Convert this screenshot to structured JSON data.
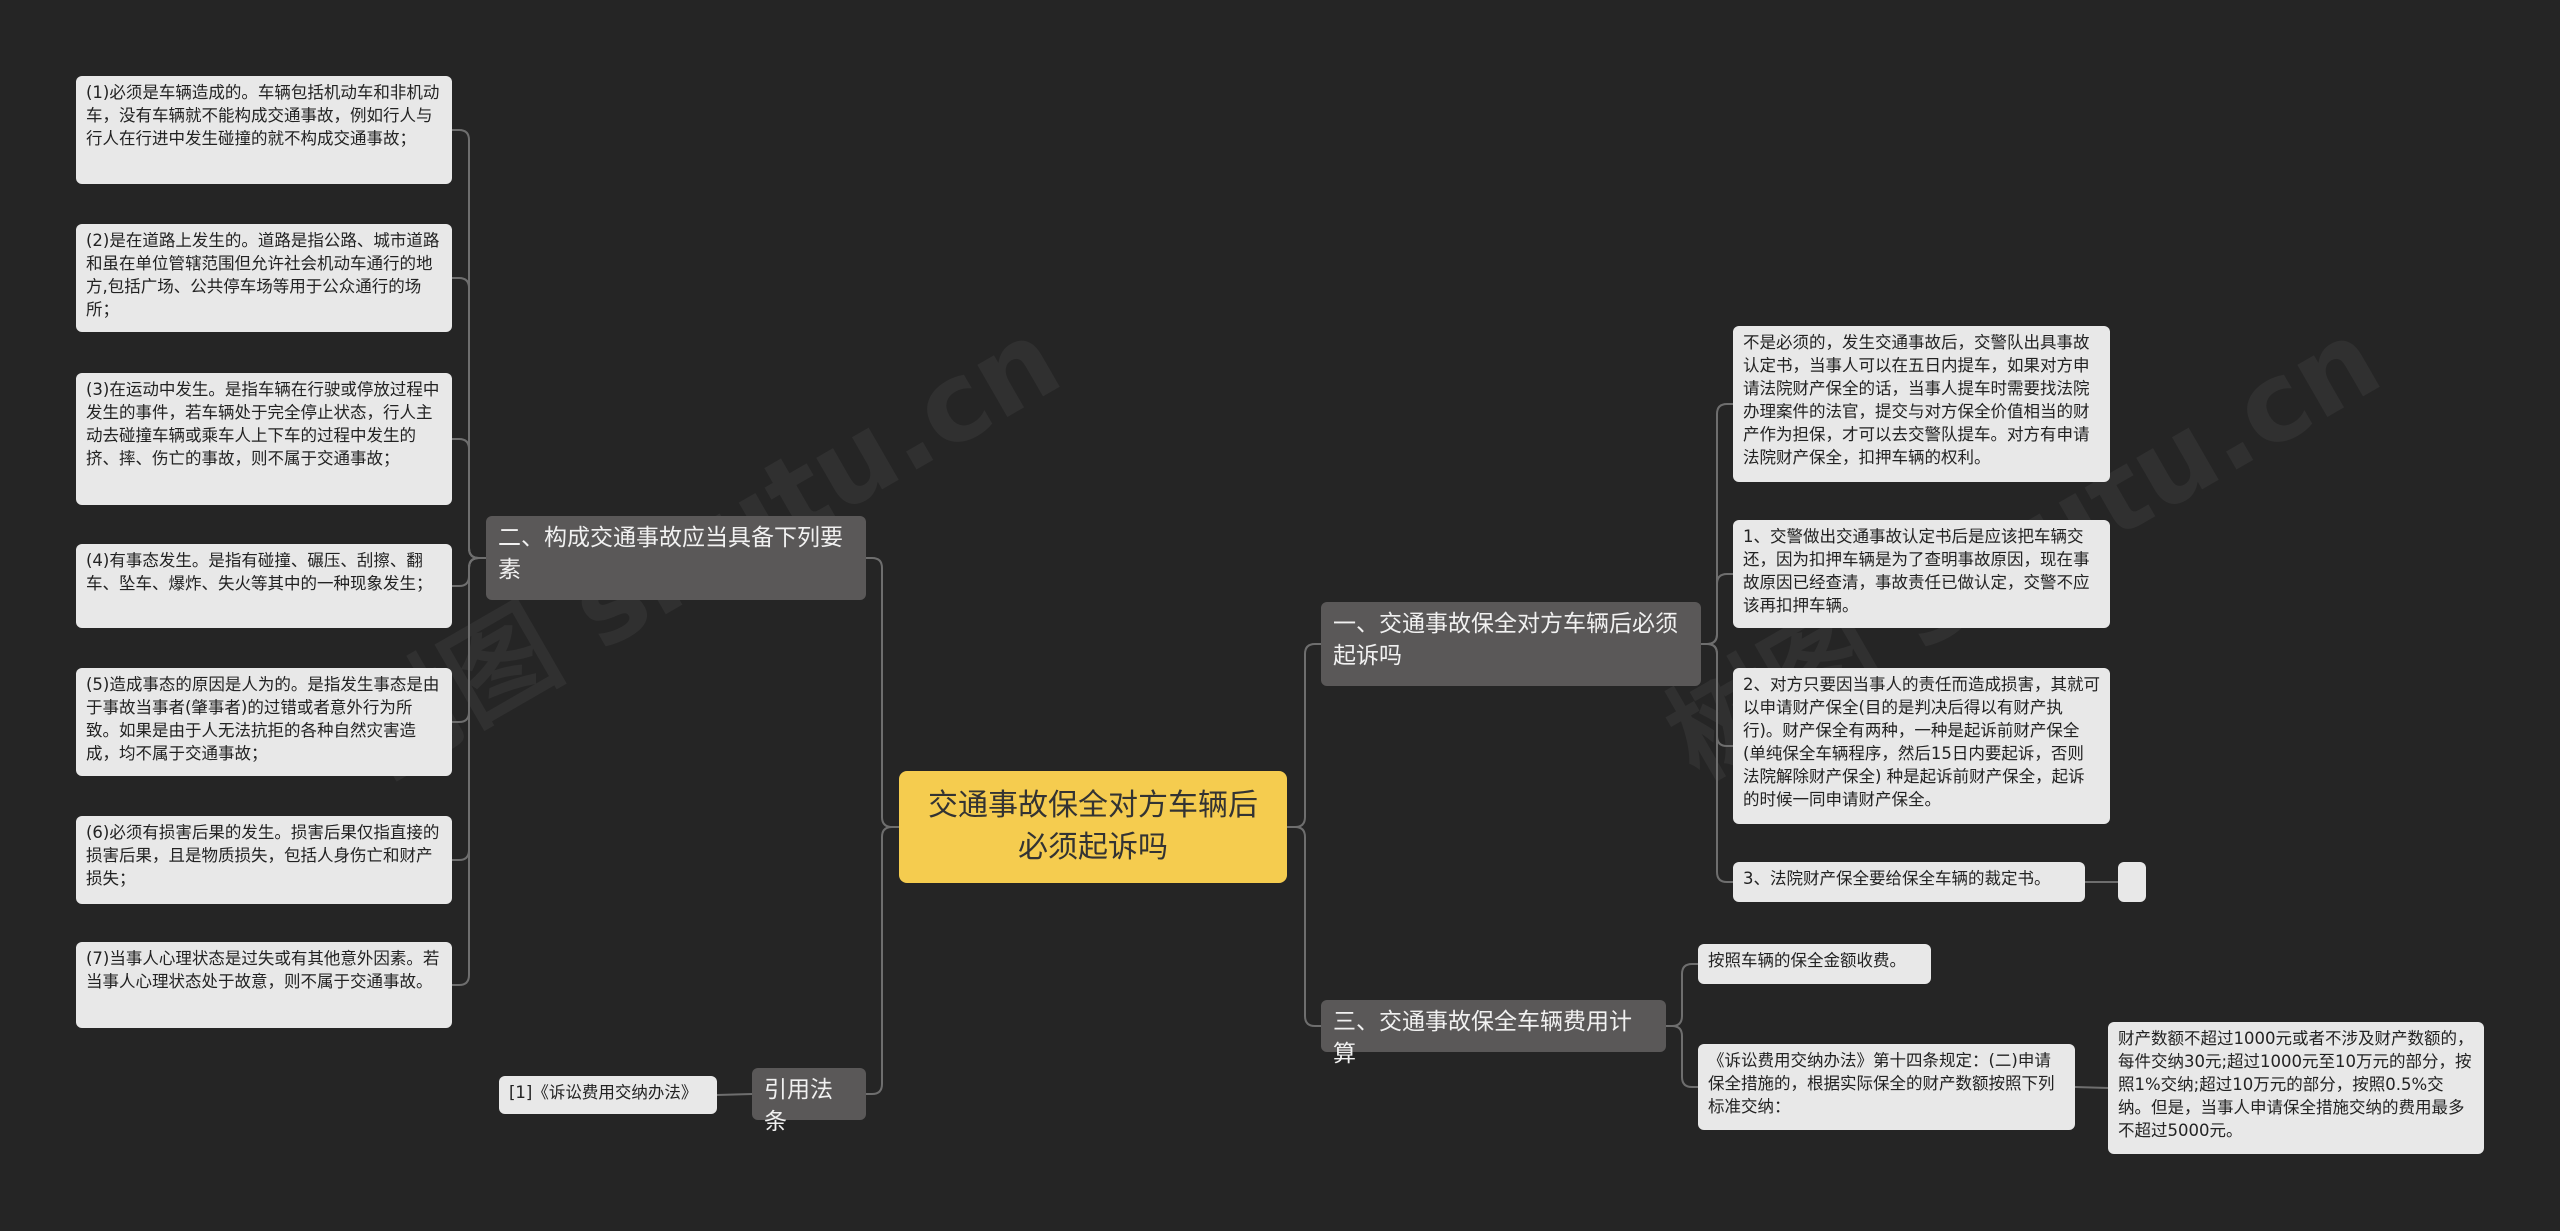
{
  "colors": {
    "background": "#252525",
    "root": "#f5cc4f",
    "branch": "#5a5858",
    "leaf": "#e8e8e8",
    "line": "#6e6e6e"
  },
  "watermark": "树图 shutu.cn",
  "root": "交通事故保全对方车辆后必须起诉吗",
  "left_branches": {
    "elements": {
      "title": "二、构成交通事故应当具备下列要素",
      "items": [
        "(1)必须是车辆造成的。车辆包括机动车和非机动车，没有车辆就不能构成交通事故，例如行人与行人在行进中发生碰撞的就不构成交通事故；",
        "(2)是在道路上发生的。道路是指公路、城市道路和虽在单位管辖范围但允许社会机动车通行的地方,包括广场、公共停车场等用于公众通行的场所；",
        "(3)在运动中发生。是指车辆在行驶或停放过程中发生的事件，若车辆处于完全停止状态，行人主动去碰撞车辆或乘车人上下车的过程中发生的挤、摔、伤亡的事故，则不属于交通事故；",
        "(4)有事态发生。是指有碰撞、碾压、刮擦、翻车、坠车、爆炸、失火等其中的一种现象发生；",
        "(5)造成事态的原因是人为的。是指发生事态是由于事故当事者(肇事者)的过错或者意外行为所致。如果是由于人无法抗拒的各种自然灾害造成，均不属于交通事故；",
        "(6)必须有损害后果的发生。损害后果仅指直接的损害后果，且是物质损失，包括人身伤亡和财产损失；",
        "(7)当事人心理状态是过失或有其他意外因素。若当事人心理状态处于故意，则不属于交通事故。"
      ]
    },
    "citation": {
      "title": "引用法条",
      "items": [
        "[1]《诉讼费用交纳办法》"
      ]
    }
  },
  "right_branches": {
    "lawsuit": {
      "title": "一、交通事故保全对方车辆后必须起诉吗",
      "items": [
        "不是必须的，发生交通事故后，交警队出具事故认定书，当事人可以在五日内提车，如果对方申请法院财产保全的话，当事人提车时需要找法院办理案件的法官，提交与对方保全价值相当的财产作为担保，才可以去交警队提车。对方有申请法院财产保全，扣押车辆的权利。",
        "1、交警做出交通事故认定书后是应该把车辆交还，因为扣押车辆是为了查明事故原因，现在事故原因已经查清，事故责任已做认定，交警不应该再扣押车辆。",
        "2、对方只要因当事人的责任而造成损害，其就可以申请财产保全(目的是判决后得以有财产执行)。财产保全有两种，一种是起诉前财产保全(单纯保全车辆程序，然后15日内要起诉，否则法院解除财产保全) 种是起诉前财产保全，起诉的时候一同申请财产保全。",
        "3、法院财产保全要给保全车辆的裁定书。"
      ],
      "extra_item": ""
    },
    "fees": {
      "title": "三、交通事故保全车辆费用计算",
      "items": [
        "按照车辆的保全金额收费。",
        "《诉讼费用交纳办法》第十四条规定：(二)申请保全措施的，根据实际保全的财产数额按照下列标准交纳："
      ],
      "sub_item": "财产数额不超过1000元或者不涉及财产数额的，每件交纳30元;超过1000元至10万元的部分，按照1%交纳;超过10万元的部分，按照0.5%交纳。但是，当事人申请保全措施交纳的费用最多不超过5000元。"
    }
  }
}
